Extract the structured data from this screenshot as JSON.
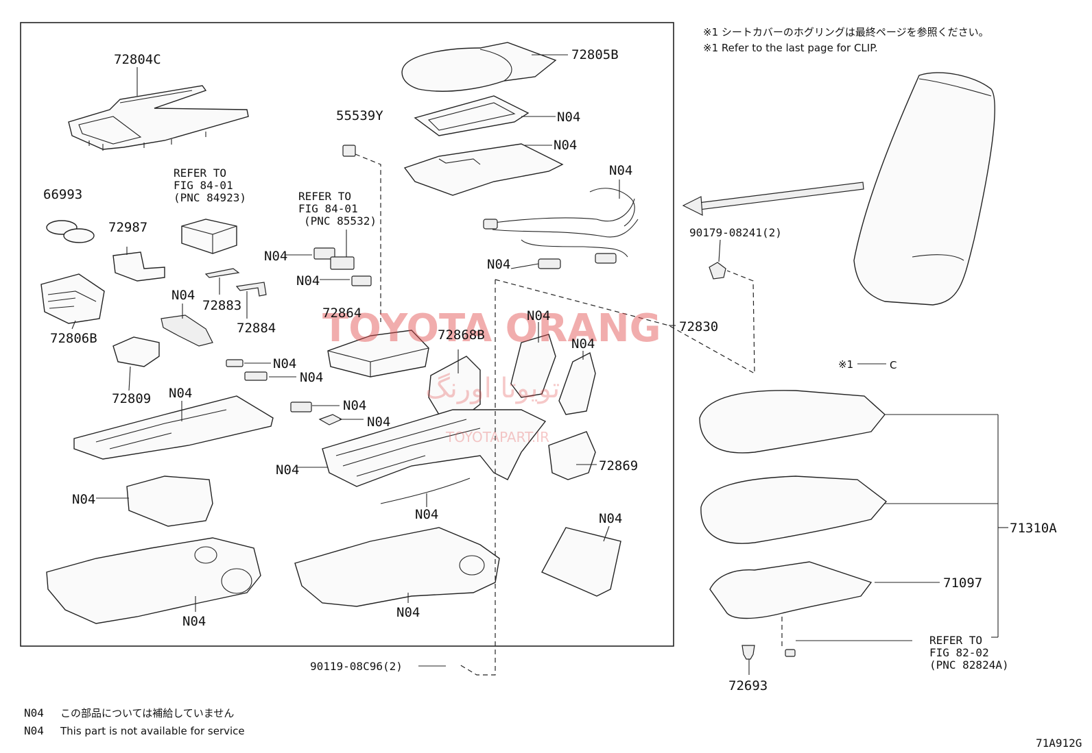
{
  "notes": {
    "jp_clip": "※1 シートカバーのホグリングは最終ページを参照ください。",
    "en_clip": "※1 Refer to the last page for CLIP.",
    "clip_marker": "※1",
    "clip_letter": "C"
  },
  "labels": {
    "p72804C": "72804C",
    "p72805B": "72805B",
    "p55539Y": "55539Y",
    "p66993": "66993",
    "p72987": "72987",
    "p72806B": "72806B",
    "p72809": "72809",
    "p72883": "72883",
    "p72884": "72884",
    "p72864": "72864",
    "p72868B": "72868B",
    "p72869": "72869",
    "p72830": "72830",
    "p90179": "90179-08241(2)",
    "p90119": "90119-08C96(2)",
    "p71310A": "71310A",
    "p71097": "71097",
    "p72693": "72693",
    "n04": "N04"
  },
  "refs": {
    "ref1": [
      "REFER TO",
      "FIG 84-01",
      "(PNC 84923)"
    ],
    "ref2": [
      "REFER TO",
      "FIG 84-01",
      "(PNC 85532)"
    ],
    "ref3": [
      "REFER TO",
      "FIG 82-02",
      "(PNC 82824A)"
    ]
  },
  "legend": {
    "code": "N04",
    "jp": "この部品については補給していません",
    "en": "This part is not available for service"
  },
  "figure_code": "71A912G",
  "watermark": {
    "brand": "TOYOTA ORANG",
    "arabic": "تویوتا اورنگ",
    "site": "TOYOTAPART.IR"
  }
}
